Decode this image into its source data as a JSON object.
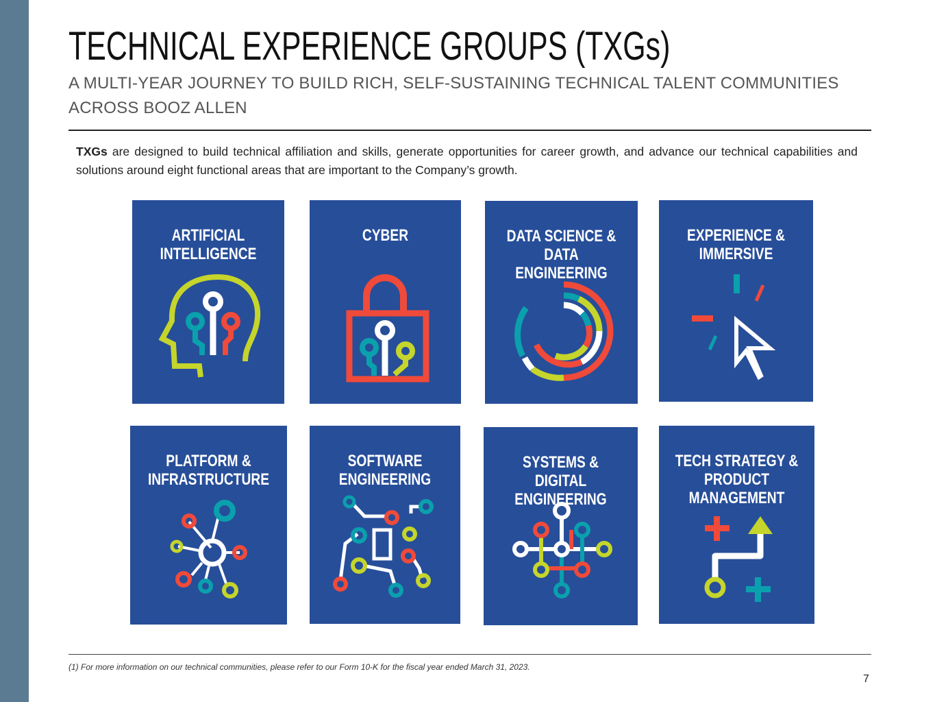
{
  "header": {
    "title": "TECHNICAL EXPERIENCE GROUPS (TXGs)",
    "subtitle": "A MULTI-YEAR JOURNEY TO BUILD RICH, SELF-SUSTAINING TECHNICAL TALENT COMMUNITIES ACROSS BOOZ ALLEN"
  },
  "intro": {
    "lead": "TXGs",
    "text": " are designed to build technical affiliation and skills, generate opportunities for career growth, and advance our technical capabilities and solutions around eight functional areas that are important to the Company’s growth."
  },
  "tiles": [
    {
      "title": "ARTIFICIAL\nINTELLIGENCE",
      "icon": "head-circuit-icon"
    },
    {
      "title": "CYBER",
      "icon": "padlock-circuit-icon"
    },
    {
      "title": "DATA SCIENCE &\nDATA ENGINEERING",
      "icon": "radial-arcs-icon"
    },
    {
      "title": "EXPERIENCE &\nIMMERSIVE",
      "icon": "cursor-click-icon"
    },
    {
      "title": "PLATFORM &\nINFRASTRUCTURE",
      "icon": "hub-network-icon"
    },
    {
      "title": "SOFTWARE\nENGINEERING",
      "icon": "circuit-board-icon"
    },
    {
      "title": "SYSTEMS &\nDIGITAL ENGINEERING",
      "icon": "node-grid-icon"
    },
    {
      "title": "TECH STRATEGY &\nPRODUCT MANAGEMENT",
      "icon": "path-arrow-icon"
    }
  ],
  "colors": {
    "tile": "#274e99",
    "red": "#f04a3a",
    "teal": "#0aa0ad",
    "lime": "#c5d52b",
    "white": "#ffffff"
  },
  "footer": {
    "footnote": "(1)  For more information on our technical communities, please refer to our Form 10-K for the fiscal year ended March 31, 2023.",
    "page_number": "7"
  }
}
